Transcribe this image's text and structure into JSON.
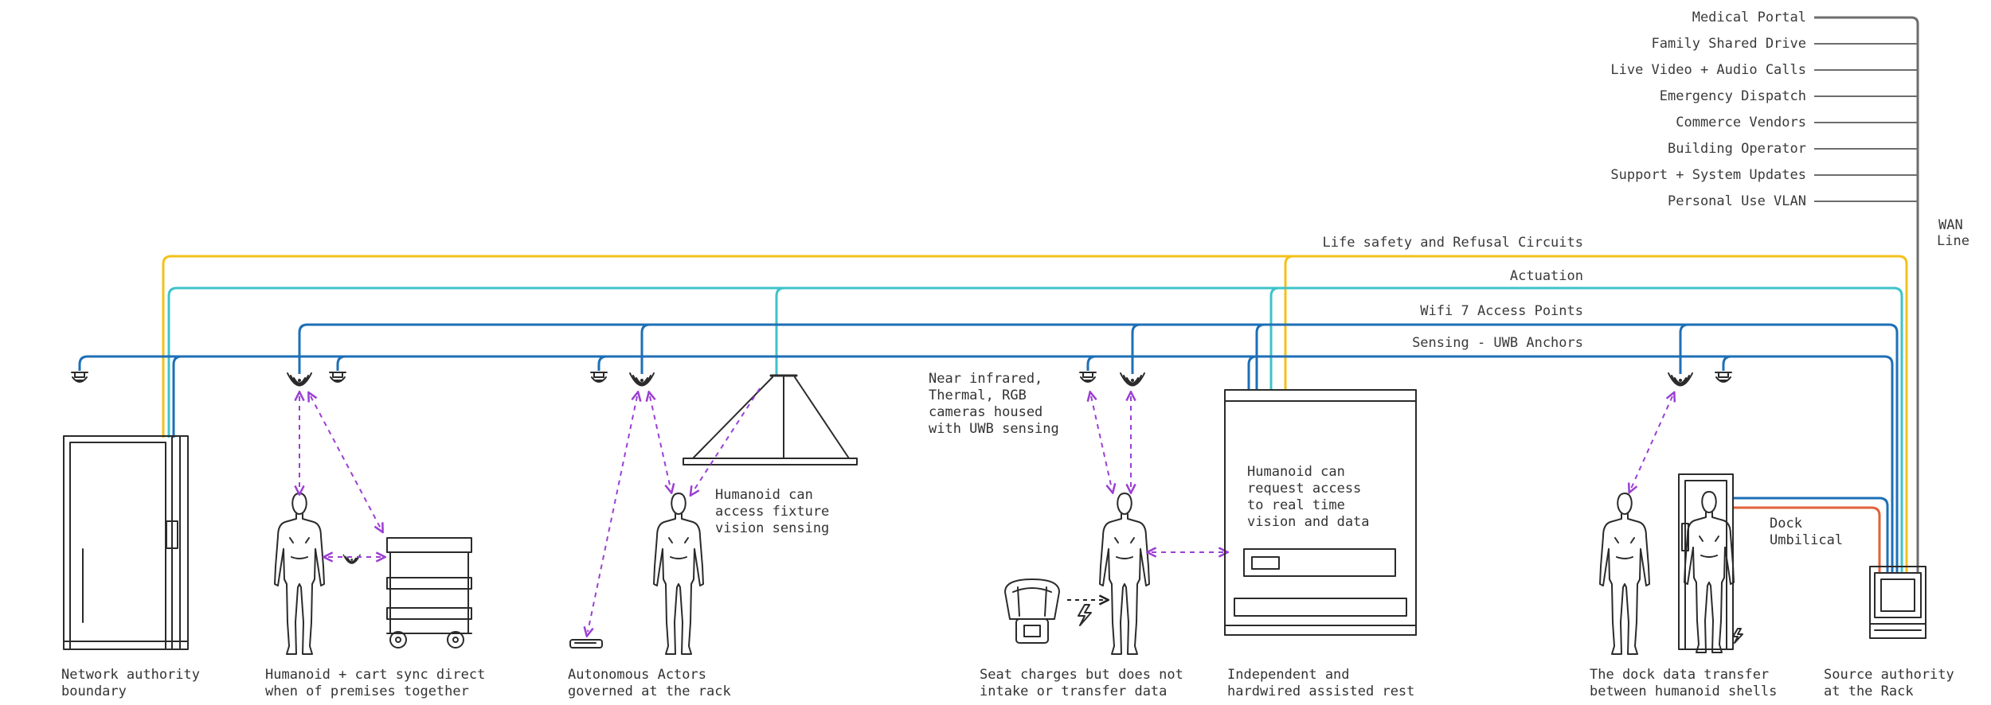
{
  "colors": {
    "life_safety": "#f2c21b",
    "actuation": "#3ec3c9",
    "wifi": "#1d6fb7",
    "sensing": "#1d6fb7",
    "umbilical": "#e0623a",
    "wan": "#6d6d6d",
    "dashed_link": "#9b3fd4",
    "ink": "#2b2b2b"
  },
  "wan": {
    "line_label_1": "WAN",
    "line_label_2": "Line",
    "services": [
      "Medical Portal",
      "Family Shared Drive",
      "Live Video + Audio Calls",
      "Emergency Dispatch",
      "Commerce Vendors",
      "Building Operator",
      "Support + System Updates",
      "Personal Use VLAN"
    ]
  },
  "circuits": {
    "life_safety": "Life safety and Refusal Circuits",
    "actuation": "Actuation",
    "wifi": "Wifi 7 Access Points",
    "sensing": "Sensing - UWB Anchors"
  },
  "notes": {
    "cameras": [
      "Near infrared,",
      "Thermal, RGB",
      "cameras housed",
      "with UWB sensing"
    ],
    "fixture": [
      "Humanoid can",
      "access fixture",
      "vision sensing"
    ],
    "rest": [
      "Humanoid can",
      "request access",
      "to real time",
      "vision and data"
    ],
    "dock": [
      "Dock",
      "Umbilical"
    ]
  },
  "captions": {
    "network": [
      "Network authority",
      "boundary"
    ],
    "cart": [
      "Humanoid + cart sync direct",
      "when of premises together"
    ],
    "actors": [
      "Autonomous Actors",
      "governed at the rack"
    ],
    "seat": [
      "Seat charges but does not",
      "intake or transfer data"
    ],
    "rest": [
      "Independent and",
      "hardwired assisted rest"
    ],
    "dock": [
      "The dock data transfer",
      "between humanoid shells"
    ],
    "source": [
      "Source authority",
      "at the Rack"
    ]
  },
  "icons": {
    "uwb_anchor": "uwb-anchor-icon",
    "wifi_ap": "wifi-access-point-icon",
    "charge": "lightning-bolt-icon",
    "humanoid": "humanoid-figure-icon"
  }
}
